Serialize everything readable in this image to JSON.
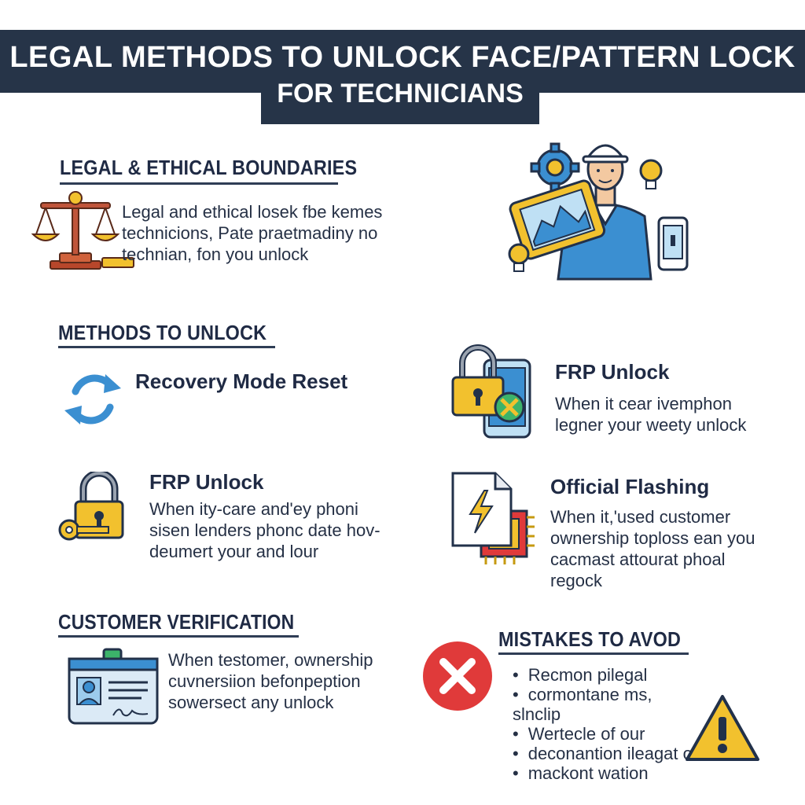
{
  "header": {
    "title_line1": "LEGAL METHODS TO UNLOCK FACE/PATTERN LOCK",
    "title_line2": "FOR TECHNICIANS"
  },
  "legal": {
    "heading": "LEGAL & ETHICAL BOUNDARIES",
    "body": "Legal and ethical losek fbe kemes\ntechnicions, Pate praetmadiny no\ntechnian, fon you unlock",
    "icon": "scales-icon"
  },
  "illustration": {
    "icon": "technician-with-tablet-icon"
  },
  "methods": {
    "heading": "METHODS TO UNLOCK",
    "items": [
      {
        "title": "Recovery Mode Reset",
        "body": "",
        "icon": "refresh-icon"
      },
      {
        "title": "FRP Unlock",
        "body": "When it cear ivemphon\nlegner your weety unlock",
        "icon": "phone-lock-icon"
      },
      {
        "title": "FRP Unlock",
        "body": "When ity-care and'ey phoni\nsisen lenders phonc date hov-\ndeumert your and lour",
        "icon": "padlock-key-icon"
      },
      {
        "title": "Official Flashing",
        "body": "When it,'used customer\nownership toploss ean you\ncacmast attourat phoal\nregock",
        "icon": "firmware-file-icon"
      }
    ]
  },
  "verification": {
    "heading": "CUSTOMER VERIFICATION",
    "body": "When testomer, ownership\ncuvnersiion befonpeption\nsowersect any unlock",
    "icon": "id-card-icon"
  },
  "mistakes": {
    "heading": "MISTAKES TO AVOD",
    "items": [
      "Recmon pilegal",
      "cormontane ms, slnclip",
      "Wertecle of our",
      "deconantion ileagat or",
      "mackont wation"
    ],
    "icons": [
      "x-circle-icon",
      "warning-icon"
    ]
  },
  "colors": {
    "navy": "#263448",
    "blue": "#3b8fd1",
    "yellow": "#f2c12e",
    "red": "#e03a3a",
    "brown": "#9c4a2e"
  }
}
